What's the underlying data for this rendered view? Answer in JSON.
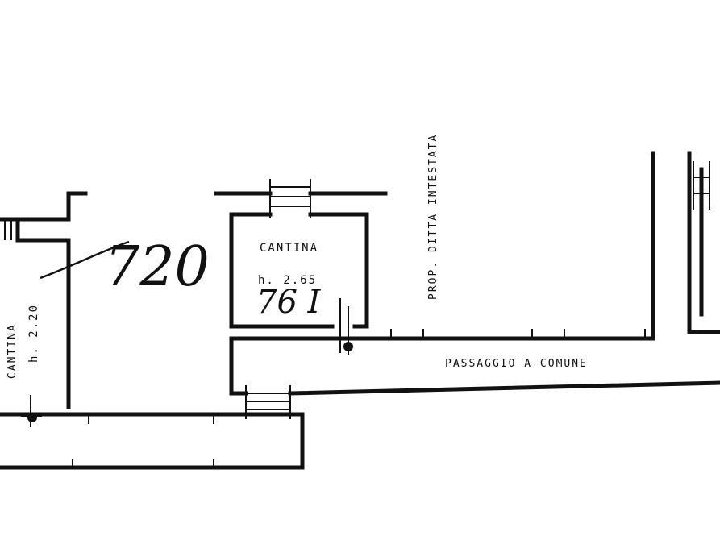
{
  "labels": {
    "cantina": "CANTINA",
    "cantina_height": "h. 2.65",
    "left_room": "CANTINA",
    "left_room_height": "h. 2.20",
    "prop": "PROP. DITTA INTESTATA",
    "passage": "PASSAGGIO   A  COMUNE"
  },
  "annotations": {
    "big_number": "720",
    "small_number": "76 I"
  },
  "colors": {
    "line": "#111111",
    "background": "#ffffff"
  }
}
